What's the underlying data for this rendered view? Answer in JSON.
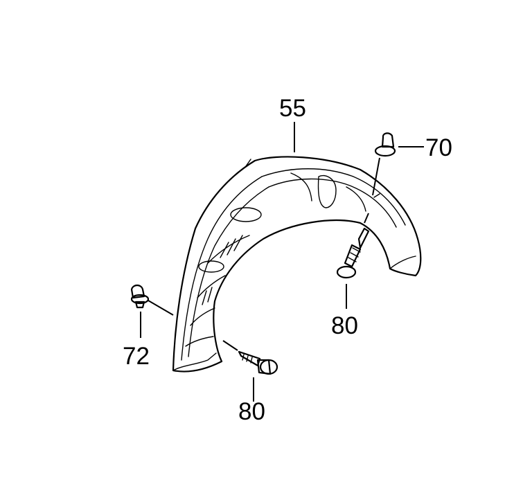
{
  "colors": {
    "part_fill": "#e4ff40",
    "line": "#000000",
    "background": "#ffffff"
  },
  "callouts": {
    "liner": "55",
    "clip_top": "70",
    "clip_left": "72",
    "screw_right": "80",
    "screw_bottom": "80"
  }
}
